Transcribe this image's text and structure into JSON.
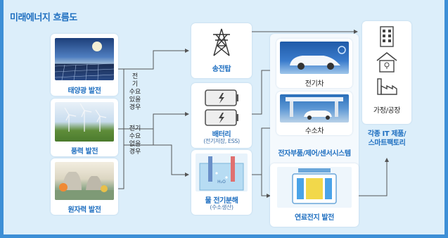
{
  "title": "미래에너지 흐름도",
  "sources": [
    {
      "label": "태양광 발전"
    },
    {
      "label": "풍력 발전"
    },
    {
      "label": "원자력 발전"
    }
  ],
  "conditions": {
    "demand_yes": [
      "전",
      "기",
      "수",
      "요",
      "있",
      "을",
      "경",
      "우"
    ],
    "demand_no": [
      "전",
      "기",
      "수",
      "요",
      "없",
      "을",
      "경",
      "우"
    ]
  },
  "middle": {
    "transmission": {
      "label": "송전탑"
    },
    "battery": {
      "label": "배터리",
      "sub": "(전기저장, ESS)"
    },
    "electrolysis": {
      "label": "물 전기분해",
      "sub": "(수소생산)"
    }
  },
  "right": {
    "ev": {
      "label": "전기차"
    },
    "hydrogen_car": {
      "label": "수소차"
    },
    "components": {
      "label": "전자부품/제어/센서시스템"
    },
    "fuel_cell": {
      "label": "연료전지 발전"
    }
  },
  "end": {
    "home": {
      "label": "가정/공장"
    },
    "it": {
      "line1": "각종 IT 제품/",
      "line2": "스마트팩토리"
    }
  },
  "colors": {
    "accent": "#1f6fc0",
    "frame": "#3d8fd6",
    "background": "#dceefa",
    "arrow": "#555555"
  }
}
